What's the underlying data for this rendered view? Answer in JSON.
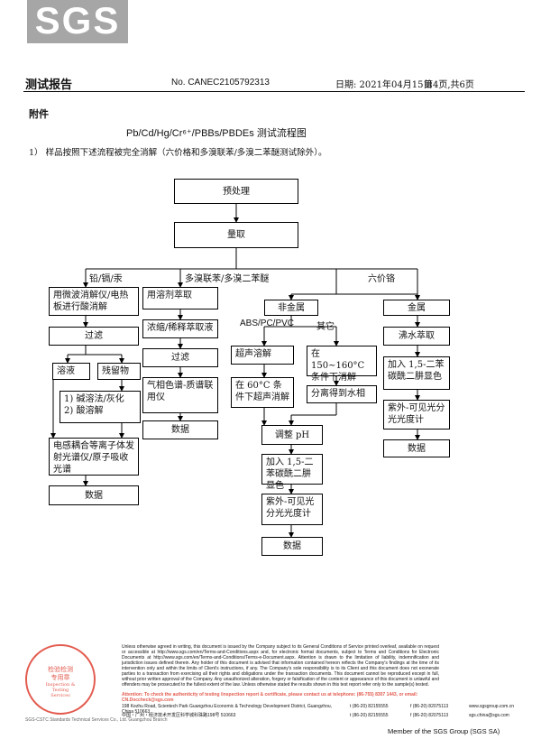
{
  "header": {
    "logo": "SGS",
    "title": "测试报告",
    "report_no": "No. CANEC2105792313",
    "date": "日期: 2021年04月15日",
    "page": "第4页,共6页"
  },
  "section": "附件",
  "flow_title": "Pb/Cd/Hg/Cr⁶⁺/PBBs/PBDEs 测试流程图",
  "note": "1） 样品按照下述流程被完全消解（六价格和多溴联苯/多溴二苯醚测试除外）。",
  "flow": {
    "pretreat": "预处理",
    "sampling": "量取",
    "branch_metals": "铅/镉/汞",
    "branch_pbb": "多溴联苯/多溴二苯醚",
    "branch_cr": "六价铬",
    "m1": "用微波消解仪/电热板进行酸消解",
    "m2": "过滤",
    "m3a": "溶液",
    "m3b": "残留物",
    "m4": "1) 碱溶法/灰化\n2) 酸溶解",
    "m5": "电感耦合等离子体发射光谱仪/原子吸收光谱",
    "m6": "数据",
    "p1": "用溶剂萃取",
    "p2": "浓缩/稀释萃取液",
    "p3": "过滤",
    "p4": "气相色谱-质谱联用仪",
    "p5": "数据",
    "nm": "非金属",
    "abs_label": "ABS/PC/PVC",
    "other_label": "其它",
    "n1": "超声溶解",
    "n2": "在 150~160°C 条件下消解",
    "n3": "在 60°C 条件下超声消解",
    "n4": "分离得到水相",
    "n5": "调整 pH",
    "n6": "加入 1,5-二苯碳酰二肼显色",
    "n7": "紫外-可见光分光光度计",
    "n8": "数据",
    "metal": "金属",
    "k1": "沸水萃取",
    "k2": "加入 1,5-二苯碳酰二肼显色",
    "k3": "紫外-可见光分光光度计",
    "k4": "数据"
  },
  "footer": {
    "terms": "Unless otherwise agreed in writing, this document is issued by the Company subject to its General Conditions of Service printed overleaf, available on request or accessible at http://www.sgs.com/en/Terms-and-Conditions.aspx and, for electronic format documents, subject to Terms and Conditions for Electronic Documents at http://www.sgs.com/en/Terms-and-Conditions/Terms-e-Document.aspx. Attention is drawn to the limitation of liability, indemnification and jurisdiction issues defined therein. Any holder of this document is advised that information contained hereon reflects the Company's findings at the time of its intervention only and within the limits of Client's instructions, if any. The Company's sole responsibility is to its Client and this document does not exonerate parties to a transaction from exercising all their rights and obligations under the transaction documents. This document cannot be reproduced except in full, without prior written approval of the Company. Any unauthorized alteration, forgery or falsification of the content or appearance of this document is unlawful and offenders may be prosecuted to the fullest extent of the law. Unless otherwise stated the results shown in this test report refer only to the sample(s) tested.",
    "attention": "Attention: To check the authenticity of testing /inspection report & certificate, please contact us at telephone: (86-755) 8307 1443, or email: CN.Doccheck@sgs.com",
    "addr_en": "198 Kezhu Road, Scientech Park Guangzhou Economic & Technology Development District, Guangzhou, China  510663",
    "addr_cn": "中国・广州・经济技术开发区科学城科珠路198号  510663",
    "tel1": "t  (86-20) 82155555",
    "tel2": "t  (86-20) 82155555",
    "fax1": "f  (86-20) 82075113",
    "fax2": "f  (86-20) 82075113",
    "web": "www.sgsgroup.com.cn",
    "email": "sgs.china@sgs.com",
    "member": "Member of the SGS Group (SGS SA)",
    "seal_text": "检验检测专用章",
    "seal_en": "Inspection & Testing Services",
    "company": "SGS-CSTC Standards Technical Services Co., Ltd. Guangzhou Branch"
  }
}
